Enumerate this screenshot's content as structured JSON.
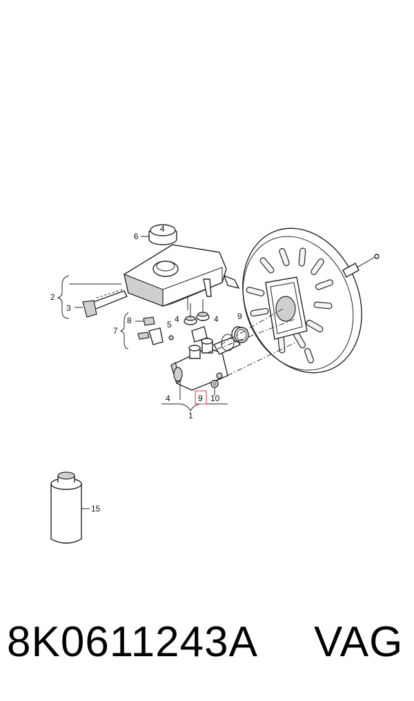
{
  "callouts": {
    "c1": "1",
    "c2": "2",
    "c3": "3",
    "c4a": "4",
    "c4b": "4",
    "c4c": "4",
    "c5": "5",
    "c6": "6",
    "c7": "7",
    "c8": "8",
    "c9a": "9",
    "c9b": "9",
    "c10": "10",
    "c15": "15"
  },
  "highlight_color": "#e05a6a",
  "footer": {
    "part_number": "8K0611243A",
    "brand": "VAG"
  }
}
